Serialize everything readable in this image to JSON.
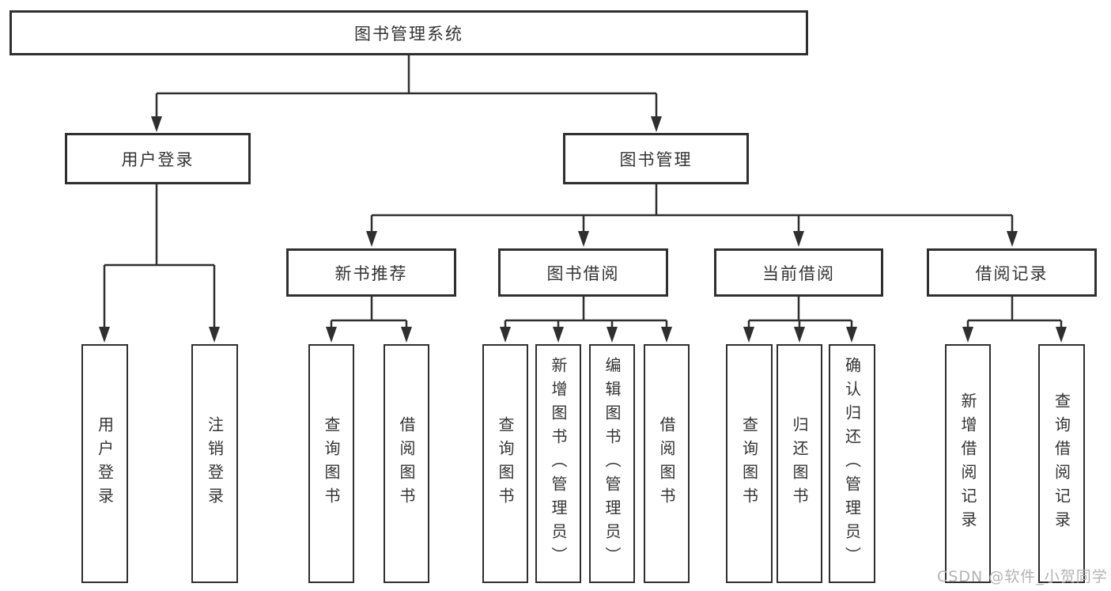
{
  "diagram_type": "hierarchy-tree",
  "tree": {
    "label": "图书管理系统",
    "children": [
      {
        "label": "用户登录",
        "children": [
          {
            "label": "用户登录"
          },
          {
            "label": "注销登录"
          }
        ]
      },
      {
        "label": "图书管理",
        "children": [
          {
            "label": "新书推荐",
            "children": [
              {
                "label": "查询图书"
              },
              {
                "label": "借阅图书"
              }
            ]
          },
          {
            "label": "图书借阅",
            "children": [
              {
                "label": "查询图书"
              },
              {
                "label": "新增图书（管理员）"
              },
              {
                "label": "编辑图书（管理员）"
              },
              {
                "label": "借阅图书"
              }
            ]
          },
          {
            "label": "当前借阅",
            "children": [
              {
                "label": "查询图书"
              },
              {
                "label": "归还图书"
              },
              {
                "label": "确认归还（管理员）"
              }
            ]
          },
          {
            "label": "借阅记录",
            "children": [
              {
                "label": "新增借阅记录"
              },
              {
                "label": "查询借阅记录"
              }
            ]
          }
        ]
      }
    ]
  },
  "watermark": {
    "text": "CSDN @软件_小贺同学"
  },
  "colors": {
    "line": "#2f2f2f",
    "box_border": "#2f2f2f",
    "text": "#333333",
    "watermark": "#b3b3b6",
    "background": "#ffffff"
  }
}
